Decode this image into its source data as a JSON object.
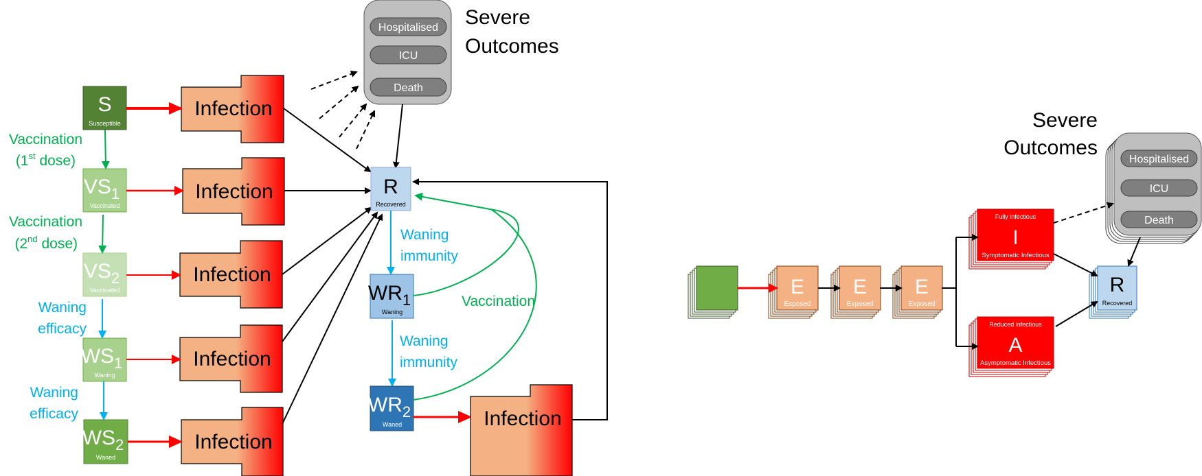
{
  "colors": {
    "susceptible": "#548235",
    "vaccinated1": "#a9d18e",
    "vaccinated2": "#c5e0b4",
    "waning1": "#a9d18e",
    "waned": "#70ad47",
    "recovered": "#bdd7ee",
    "waning_r": "#9dc3e6",
    "waned_r": "#2e75b6",
    "infection_light": "#f4b183",
    "infection_red": "#ff0000",
    "exposed": "#f4b183",
    "infectious": "#ff0000",
    "outcomes_box": "#bfbfbf",
    "outcome_pill": "#7f7f7f",
    "green_label": "#00b050",
    "blue_label": "#00b0f0",
    "arrow_red": "#ff0000"
  },
  "left_model": {
    "compartments": [
      {
        "id": "S",
        "symbol": "S",
        "sub": "",
        "caption": "Susceptible"
      },
      {
        "id": "VS1",
        "symbol": "VS",
        "sub": "1",
        "caption": "Vaccinated"
      },
      {
        "id": "VS2",
        "symbol": "VS",
        "sub": "2",
        "caption": "Vaccinated"
      },
      {
        "id": "WS1",
        "symbol": "WS",
        "sub": "1",
        "caption": "Waning"
      },
      {
        "id": "WS2",
        "symbol": "WS",
        "sub": "2",
        "caption": "Waned"
      }
    ],
    "infection_label": "Infection",
    "recovered": {
      "symbol": "R",
      "caption": "Recovered"
    },
    "waning_r": [
      {
        "symbol": "WR",
        "sub": "1",
        "caption": "Waning"
      },
      {
        "symbol": "WR",
        "sub": "2",
        "caption": "Waned"
      }
    ],
    "transitions": {
      "vacc1_line1": "Vaccination",
      "vacc1_line2_pre": "(1",
      "vacc1_sup": "st",
      "vacc1_line2_post": " dose)",
      "vacc2_line1": "Vaccination",
      "vacc2_line2_pre": "(2",
      "vacc2_sup": "nd",
      "vacc2_line2_post": " dose)",
      "waning_efficacy_1a": "Waning",
      "waning_efficacy_1b": "efficacy",
      "waning_efficacy_2a": "Waning",
      "waning_efficacy_2b": "efficacy",
      "waning_immunity_1a": "Waning",
      "waning_immunity_1b": "immunity",
      "waning_immunity_2a": "Waning",
      "waning_immunity_2b": "immunity",
      "vaccination": "Vaccination"
    },
    "severe_outcomes": {
      "title_line1": "Severe",
      "title_line2": "Outcomes",
      "items": [
        "Hospitalised",
        "ICU",
        "Death"
      ]
    }
  },
  "right_model": {
    "exposed": [
      {
        "symbol": "E",
        "caption": "Exposed"
      },
      {
        "symbol": "E",
        "caption": "Exposed"
      },
      {
        "symbol": "E",
        "caption": "Exposed"
      }
    ],
    "symptomatic": {
      "symbol": "I",
      "top": "Fully infectious",
      "bottom": "Symptomatic Infectious"
    },
    "asymptomatic": {
      "symbol": "A",
      "top": "Reduced infectious",
      "bottom": "Asymptomatic Infectious"
    },
    "recovered": {
      "symbol": "R",
      "caption": "Recovered"
    },
    "severe_outcomes": {
      "title_line1": "Severe",
      "title_line2": "Outcomes",
      "items": [
        "Hospitalised",
        "ICU",
        "Death"
      ]
    }
  }
}
